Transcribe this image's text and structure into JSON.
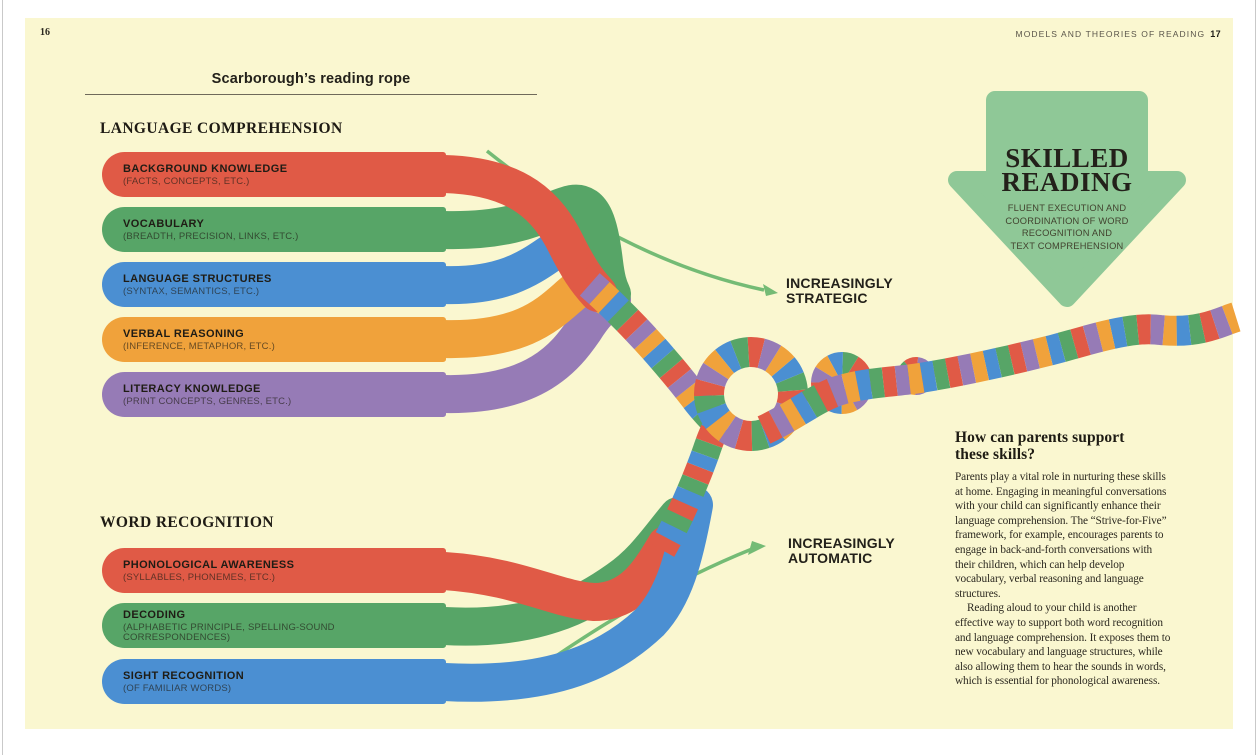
{
  "page": {
    "number_left": "16",
    "header_right": "MODELS AND THEORIES OF READING",
    "number_right": "17"
  },
  "diagram": {
    "title": "Scarborough’s reading rope",
    "language_comprehension": {
      "heading": "LANGUAGE COMPREHENSION",
      "strands": [
        {
          "label": "BACKGROUND KNOWLEDGE",
          "sublabel": "(FACTS, CONCEPTS, ETC.)",
          "color": "#E05A46"
        },
        {
          "label": "VOCABULARY",
          "sublabel": "(BREADTH, PRECISION, LINKS, ETC.)",
          "color": "#57A567"
        },
        {
          "label": "LANGUAGE STRUCTURES",
          "sublabel": "(SYNTAX, SEMANTICS, ETC.)",
          "color": "#4B8FD2"
        },
        {
          "label": "VERBAL REASONING",
          "sublabel": "(INFERENCE, METAPHOR, ETC.)",
          "color": "#F0A23B"
        },
        {
          "label": "LITERACY KNOWLEDGE",
          "sublabel": "(PRINT CONCEPTS, GENRES, ETC.)",
          "color": "#967BB6"
        }
      ]
    },
    "word_recognition": {
      "heading": "WORD RECOGNITION",
      "strands": [
        {
          "label": "PHONOLOGICAL AWARENESS",
          "sublabel": "(SYLLABLES, PHONEMES, ETC.)",
          "color": "#E05A46"
        },
        {
          "label": "DECODING",
          "sublabel": "(ALPHABETIC PRINCIPLE, SPELLING-SOUND CORRESPONDENCES)",
          "color": "#57A567"
        },
        {
          "label": "SIGHT RECOGNITION",
          "sublabel": "(OF FAMILIAR WORDS)",
          "color": "#4B8FD2"
        }
      ]
    },
    "annotations": {
      "strategic": "INCREASINGLY STRATEGIC",
      "automatic": "INCREASINGLY AUTOMATIC"
    },
    "skilled_reading": {
      "title": "SKILLED READING",
      "subtitle_lines": [
        "FLUENT EXECUTION AND",
        "COORDINATION OF WORD",
        "RECOGNITION AND",
        "TEXT COMPREHENSION"
      ]
    }
  },
  "support_text": {
    "heading": "How can parents support these skills?",
    "paragraphs": [
      "Parents play a vital role in nurturing these skills at home. Engaging in meaningful conversations with your child can significantly enhance their language comprehension. The “Strive-for-Five” framework, for example, encourages parents to engage in back-and-forth conversations with their children, which can help develop vocabulary, verbal reasoning and language structures.",
      "Reading aloud to your child is another effective way to support both word recognition and language comprehension. It exposes them to new vocabulary and language structures, while also allowing them to hear the sounds in words, which is essential for phonological awareness."
    ]
  },
  "colors": {
    "page_background": "#FAF7D0",
    "strand_red": "#E05A46",
    "strand_green": "#57A567",
    "strand_blue": "#4B8FD2",
    "strand_orange": "#F0A23B",
    "strand_purple": "#967BB6",
    "skilled_arrow_green": "#8FC897",
    "thin_arrow_green": "#74BB75",
    "text_dark": "#23211A"
  }
}
